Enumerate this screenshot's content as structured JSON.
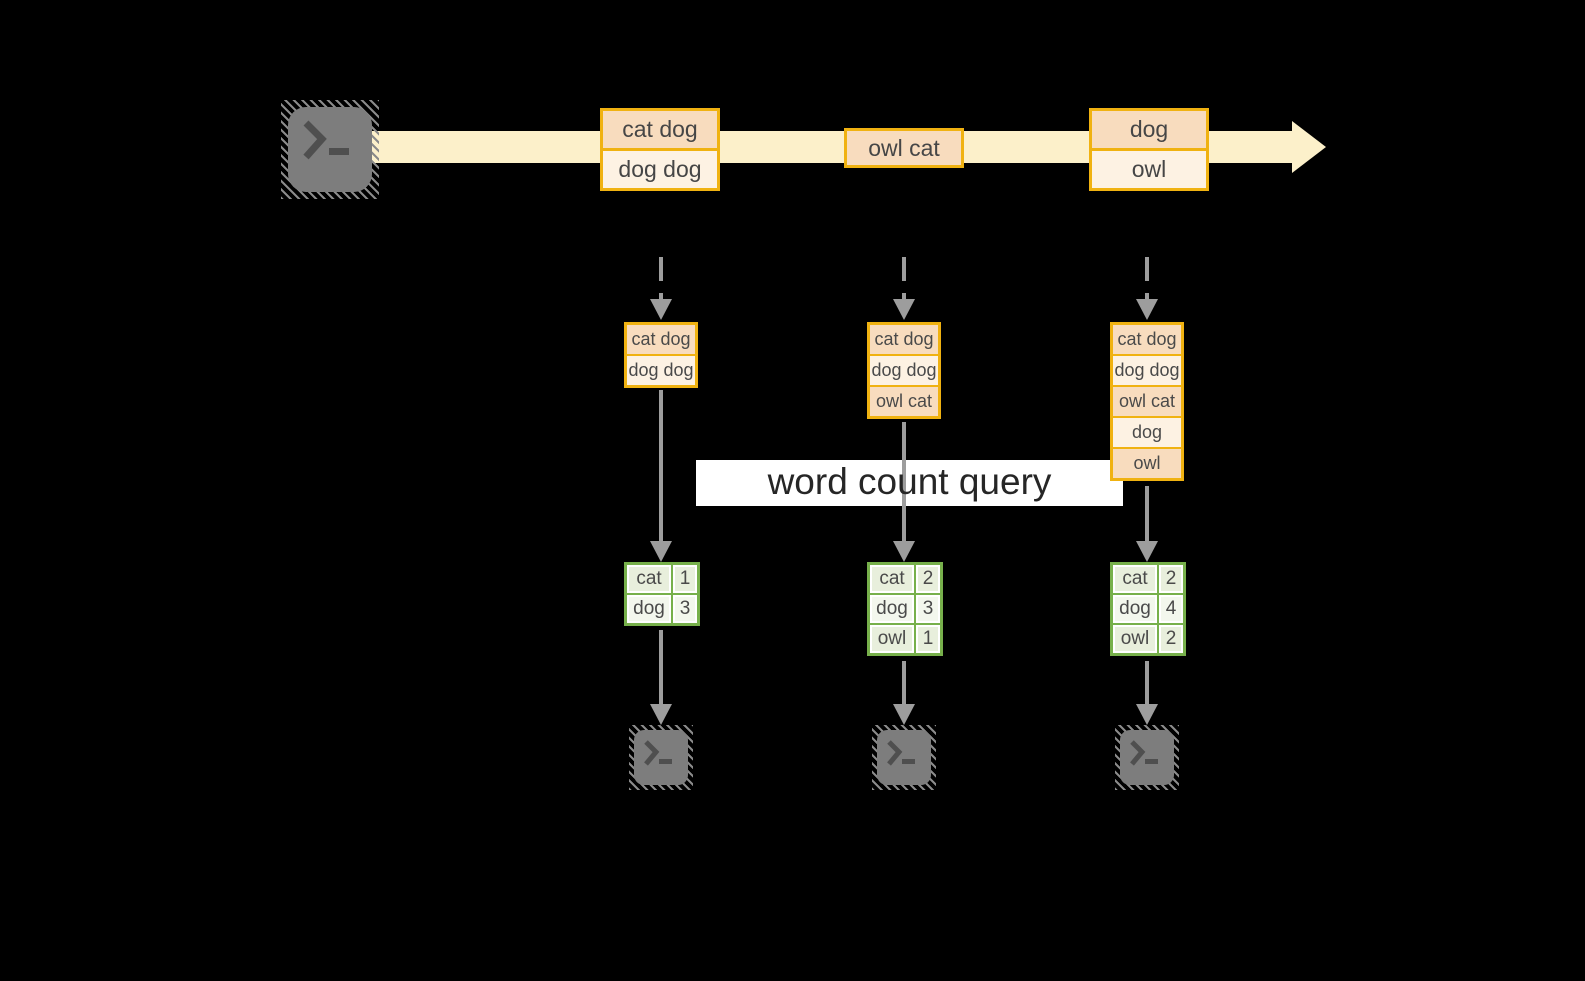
{
  "query": {
    "label": "word count query"
  },
  "stream": {
    "events": [
      {
        "lines": [
          "cat dog",
          "dog dog"
        ]
      },
      {
        "lines": [
          "owl cat"
        ]
      },
      {
        "lines": [
          "dog",
          "owl"
        ]
      }
    ]
  },
  "snapshots": [
    {
      "buffer": [
        "cat dog",
        "dog dog"
      ],
      "counts": [
        {
          "word": "cat",
          "count": "1"
        },
        {
          "word": "dog",
          "count": "3"
        }
      ]
    },
    {
      "buffer": [
        "cat dog",
        "dog dog",
        "owl cat"
      ],
      "counts": [
        {
          "word": "cat",
          "count": "2"
        },
        {
          "word": "dog",
          "count": "3"
        },
        {
          "word": "owl",
          "count": "1"
        }
      ]
    },
    {
      "buffer": [
        "cat dog",
        "dog dog",
        "owl cat",
        "dog",
        "owl"
      ],
      "counts": [
        {
          "word": "cat",
          "count": "2"
        },
        {
          "word": "dog",
          "count": "4"
        },
        {
          "word": "owl",
          "count": "2"
        }
      ]
    }
  ],
  "icons": {
    "source": "terminal-prompt-icon",
    "result": "terminal-prompt-icon",
    "stream_arrow": "right-arrow-icon"
  },
  "colors": {
    "background": "#000000",
    "stream_band": "#fcf0ca",
    "orange_border": "#f0b211",
    "cell_peach": "#f8dcbe",
    "cell_cream": "#fdf2e3",
    "green_border": "#77b04b",
    "green_cell_dark": "#e8efdc",
    "green_cell_light": "#f3f7ed",
    "arrow_gray": "#9d9d9d",
    "terminal_gray": "#7d7d7d",
    "query_bg": "#ffffff"
  }
}
